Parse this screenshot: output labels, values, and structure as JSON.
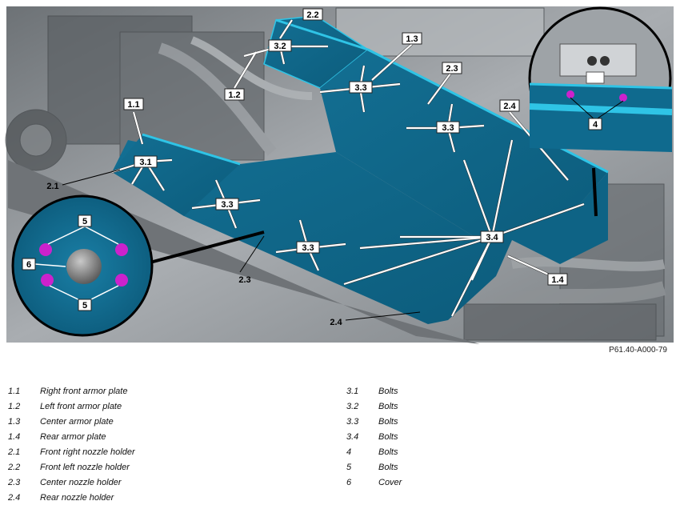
{
  "figure_id": "P61.40-A000-79",
  "callouts": {
    "c1_1": "1.1",
    "c1_2": "1.2",
    "c1_3": "1.3",
    "c1_4": "1.4",
    "c2_1": "2.1",
    "c2_2": "2.2",
    "c2_3": "2.3",
    "c2_4a": "2.4",
    "c2_4b": "2.4",
    "c3_1": "3.1",
    "c3_2": "3.2",
    "c3_3a": "3.3",
    "c3_3b": "3.3",
    "c3_3c": "3.3",
    "c3_3d": "3.3",
    "c3_4": "3.4",
    "c4": "4",
    "c5a": "5",
    "c5b": "5",
    "c6": "6"
  },
  "legend": {
    "left": [
      {
        "num": "1.1",
        "text": "Right front armor plate"
      },
      {
        "num": "1.2",
        "text": "Left front armor plate"
      },
      {
        "num": "1.3",
        "text": "Center armor plate"
      },
      {
        "num": "1.4",
        "text": "Rear armor plate"
      },
      {
        "num": "2.1",
        "text": "Front right nozzle holder"
      },
      {
        "num": "2.2",
        "text": "Front left nozzle holder"
      },
      {
        "num": "2.3",
        "text": "Center nozzle holder"
      },
      {
        "num": "2.4",
        "text": "Rear nozzle holder"
      }
    ],
    "right": [
      {
        "num": "3.1",
        "text": "Bolts"
      },
      {
        "num": "3.2",
        "text": "Bolts"
      },
      {
        "num": "3.3",
        "text": "Bolts"
      },
      {
        "num": "3.4",
        "text": "Bolts"
      },
      {
        "num": "4",
        "text": "Bolts"
      },
      {
        "num": "5",
        "text": "Bolts"
      },
      {
        "num": "6",
        "text": "Cover"
      }
    ]
  },
  "colors": {
    "plate": "#0f6a8e",
    "plate_edge": "#2fc4e6",
    "bolt": "#cc22cc",
    "background_gray": "#8a8f94"
  }
}
